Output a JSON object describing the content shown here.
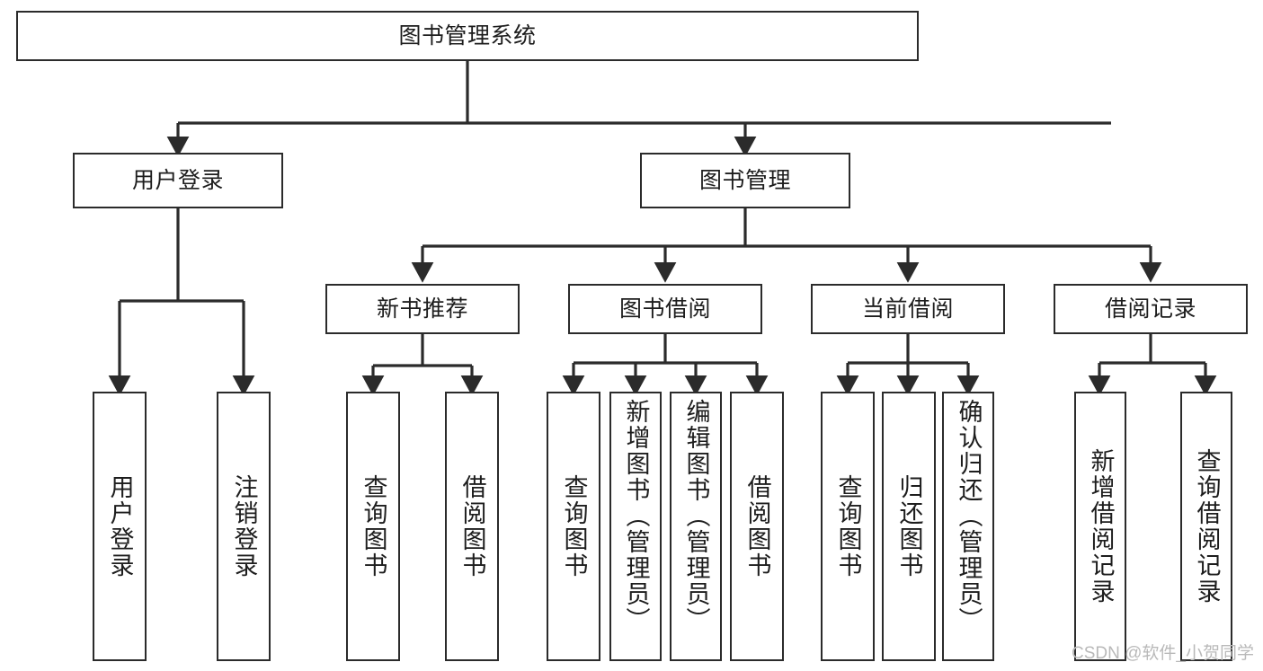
{
  "diagram": {
    "type": "tree-hierarchy",
    "title": "图书管理系统",
    "watermark": "CSDN @软件_小贺同学",
    "colors": {
      "box_border": "#2b2b2b",
      "box_fill": "#ffffff",
      "connector": "#2b2b2b",
      "text": "#1d1d1d",
      "watermark": "#b9b9b9"
    },
    "levels": {
      "root": {
        "label": "图书管理系统"
      },
      "level2": [
        {
          "label": "用户登录"
        },
        {
          "label": "图书管理"
        }
      ],
      "level3": [
        {
          "label": "新书推荐"
        },
        {
          "label": "图书借阅"
        },
        {
          "label": "当前借阅"
        },
        {
          "label": "借阅记录"
        }
      ],
      "leaves": {
        "user_login": [
          {
            "label": "用户登录"
          },
          {
            "label": "注销登录"
          }
        ],
        "new_book_recommend": [
          {
            "label": "查询图书"
          },
          {
            "label": "借阅图书"
          }
        ],
        "book_borrow": [
          {
            "label": "查询图书"
          },
          {
            "label": "新增图书（管理员）"
          },
          {
            "label": "编辑图书（管理员）"
          },
          {
            "label": "借阅图书"
          }
        ],
        "current_borrow": [
          {
            "label": "查询图书"
          },
          {
            "label": "归还图书"
          },
          {
            "label": "确认归还（管理员）"
          }
        ],
        "borrow_record": [
          {
            "label": "新增借阅记录"
          },
          {
            "label": "查询借阅记录"
          }
        ]
      }
    }
  }
}
